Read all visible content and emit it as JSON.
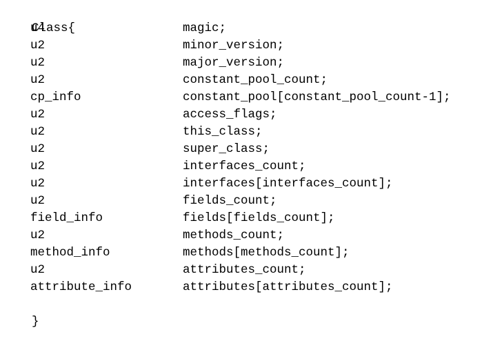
{
  "document": {
    "kind": "code-listing",
    "language": "class-file-structure",
    "colors": {
      "background": "#ffffff",
      "text": "#000000"
    },
    "opening_line": "Class{",
    "closing_line": "}",
    "declarations": [
      {
        "type": "u4",
        "name": "magic;"
      },
      {
        "type": "u2",
        "name": "minor_version;"
      },
      {
        "type": "u2",
        "name": "major_version;"
      },
      {
        "type": "u2",
        "name": "constant_pool_count;"
      },
      {
        "type": "cp_info",
        "name": "constant_pool[constant_pool_count-1];"
      },
      {
        "type": "u2",
        "name": "access_flags;"
      },
      {
        "type": "u2",
        "name": "this_class;"
      },
      {
        "type": "u2",
        "name": "super_class;"
      },
      {
        "type": "u2",
        "name": "interfaces_count;"
      },
      {
        "type": "u2",
        "name": "interfaces[interfaces_count];"
      },
      {
        "type": "u2",
        "name": "fields_count;"
      },
      {
        "type": "field_info",
        "name": "fields[fields_count];"
      },
      {
        "type": "u2",
        "name": "methods_count;"
      },
      {
        "type": "method_info",
        "name": "methods[methods_count];"
      },
      {
        "type": "u2",
        "name": "attributes_count;"
      },
      {
        "type": "attribute_info",
        "name": "attributes[attributes_count];"
      }
    ]
  }
}
